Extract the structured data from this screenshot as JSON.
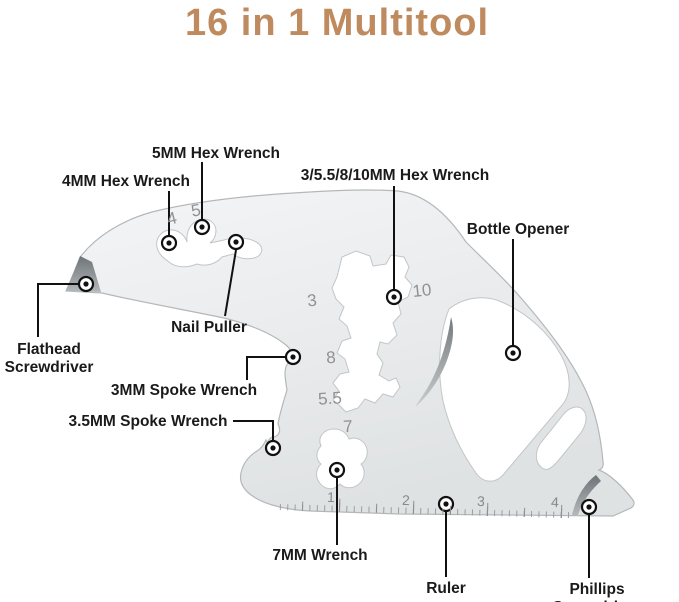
{
  "title": "16 in 1 Multitool",
  "labels": {
    "hex5": "5MM Hex Wrench",
    "hex4": "4MM Hex Wrench",
    "hex_multi": "3/5.5/8/10MM Hex Wrench",
    "bottle_opener": "Bottle Opener",
    "nail_puller": "Nail Puller",
    "flathead": "Flathead\nScrewdriver",
    "spoke3": "3MM Spoke Wrench",
    "spoke35": "3.5MM Spoke Wrench",
    "wrench7": "7MM Wrench",
    "ruler": "Ruler",
    "phillips": "Phillips Screwdriver"
  },
  "tool_markings": {
    "hex4": "4",
    "hex5": "5",
    "hex3": "3",
    "hex10": "10",
    "hex8": "8",
    "hex55": "5.5",
    "wrench7": "7"
  },
  "ruler_numbers": [
    "1",
    "2",
    "3",
    "4"
  ],
  "colors": {
    "title": "#c08a5f",
    "label_text": "#1a1a1a",
    "markings": "#8e9294",
    "metal_fill": "#eceeef",
    "metal_edge": "#b4b8ba",
    "callout": "#111111"
  }
}
